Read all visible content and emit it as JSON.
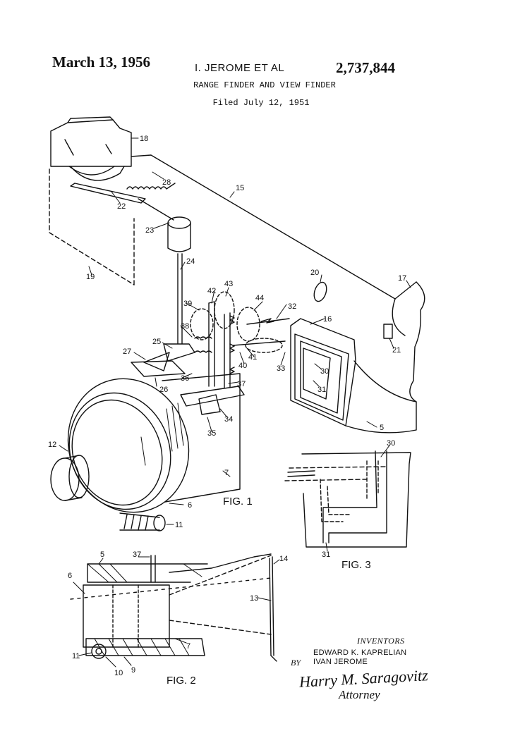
{
  "header": {
    "date": "March 13, 1956",
    "inventor": "I. JEROME  ET AL",
    "patent_number": "2,737,844",
    "title": "RANGE FINDER AND VIEW FINDER",
    "filed": "Filed July 12, 1951"
  },
  "figures": {
    "fig1": "FIG. 1",
    "fig2": "FIG. 2",
    "fig3": "FIG. 3"
  },
  "reference_numerals": {
    "n18": "18",
    "n28": "28",
    "n15": "15",
    "n22": "22",
    "n23": "23",
    "n24": "24",
    "n19": "19",
    "n20": "20",
    "n17": "17",
    "n43": "43",
    "n42": "42",
    "n44": "44",
    "n32": "32",
    "n39": "39",
    "n16": "16",
    "n38": "38",
    "n21": "21",
    "n25": "25",
    "n27": "27",
    "n40": "40",
    "n41": "41",
    "n33": "33",
    "n30": "30",
    "n36": "36",
    "n26": "26",
    "n37": "37",
    "n31": "31",
    "n34": "34",
    "n35": "35",
    "n5": "5",
    "n12": "12",
    "n7": "7",
    "n6": "6",
    "n11": "11",
    "f3_30": "30",
    "f3_31": "31",
    "f2_5": "5",
    "f2_37": "37",
    "f2_14": "14",
    "f2_6": "6",
    "f2_13": "13",
    "f2_11": "11",
    "f2_7": "7",
    "f2_10": "10",
    "f2_9": "9"
  },
  "signature": {
    "inventors_heading": "INVENTORS",
    "inventor_1": "EDWARD K. KAPRELIAN",
    "inventor_2": "IVAN JEROME",
    "by": "BY",
    "attorney_signature": "Harry M. Saragovitz",
    "attorney_label": "Attorney"
  }
}
